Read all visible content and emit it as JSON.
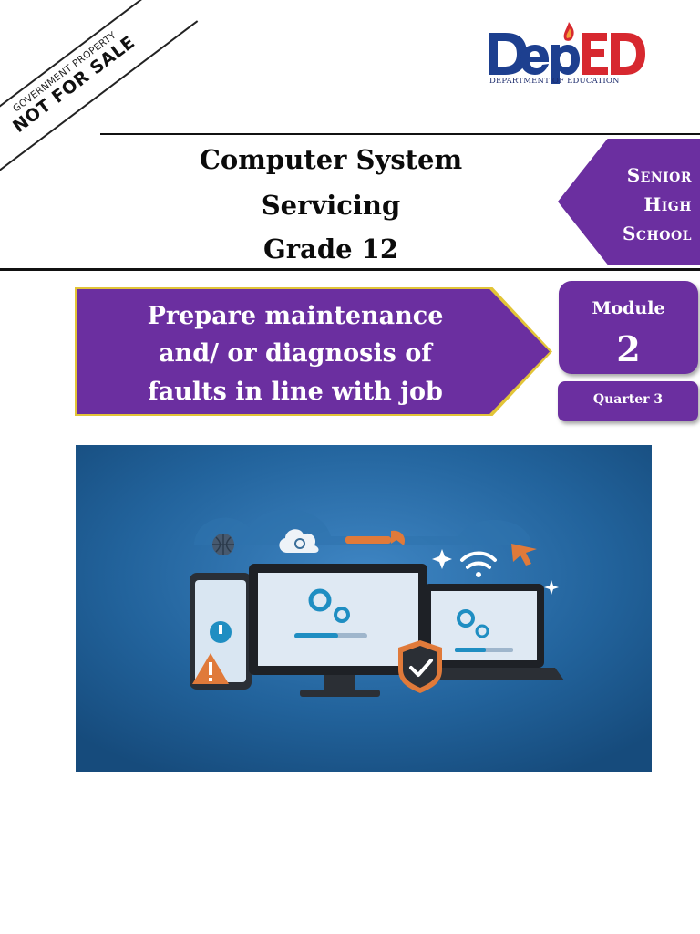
{
  "stamp": {
    "line1": "GOVERNMENT PROPERTY",
    "line2": "NOT FOR SALE"
  },
  "logo": {
    "brand": "DepED",
    "subtitle": "DEPARTMENT OF EDUCATION"
  },
  "header": {
    "title_line1": "Computer System",
    "title_line2": "Servicing",
    "title_line3": "Grade 12"
  },
  "track": {
    "line1": "Senior",
    "line2": "High",
    "line3": "School"
  },
  "module": {
    "title_line1": "Prepare maintenance",
    "title_line2": "and/ or diagnosis of",
    "title_line3": "faults in line with job",
    "label": "Module",
    "number": "2",
    "quarter": "Quarter 3"
  },
  "colors": {
    "accent_purple": "#6b2fa0",
    "accent_gold": "#e2c437",
    "logo_blue": "#1d3f8f",
    "logo_red": "#d7282f",
    "illustration_bg": "#1d5d94"
  }
}
